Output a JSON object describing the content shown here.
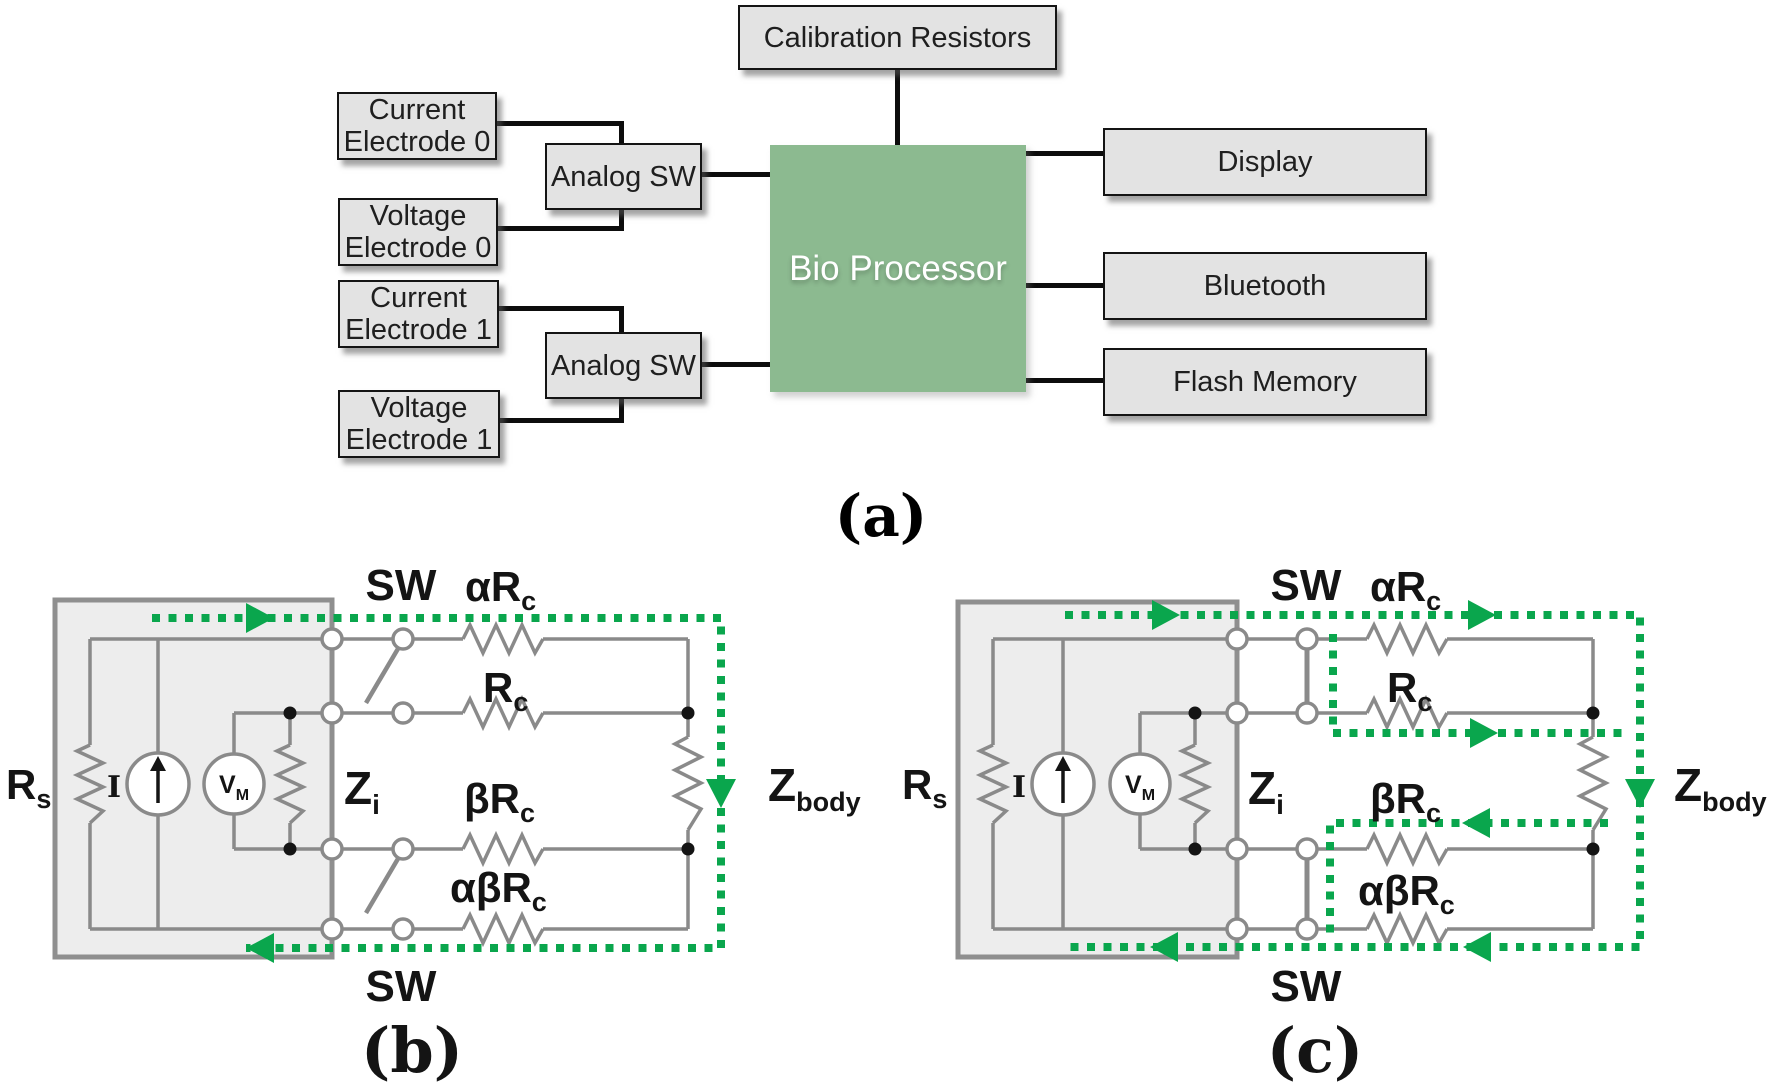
{
  "colors": {
    "accent_green": "#0aa64d",
    "processor_green": "#8cba90",
    "box_fill": "#e3e3e3",
    "wire_gray": "#8a8a8a"
  },
  "block_diagram": {
    "caption": "(a)",
    "calibration_box": "Calibration Resistors",
    "processor_box": "Bio Processor",
    "electrode_boxes": [
      {
        "lines": [
          "Current",
          "Electrode 0"
        ]
      },
      {
        "lines": [
          "Voltage",
          "Electrode 0"
        ]
      },
      {
        "lines": [
          "Current",
          "Electrode 1"
        ]
      },
      {
        "lines": [
          "Voltage",
          "Electrode 1"
        ]
      }
    ],
    "analog_sw_boxes": [
      {
        "label": "Analog SW"
      },
      {
        "label": "Analog SW"
      }
    ],
    "peripheral_boxes": [
      {
        "label": "Display"
      },
      {
        "label": "Bluetooth"
      },
      {
        "label": "Flash Memory"
      }
    ]
  },
  "circuit_b": {
    "caption": "(b)",
    "sw_top": "SW",
    "sw_bottom": "SW",
    "r_s": {
      "main": "R",
      "sub": "s"
    },
    "i_source": "I",
    "v_m": {
      "main": "V",
      "sub": "M"
    },
    "z_i": {
      "main": "Z",
      "sub": "i"
    },
    "z_body": {
      "main": "Z",
      "sub": "body"
    },
    "alpha_rc": {
      "main": "αR",
      "sub": "c"
    },
    "r_c": {
      "main": "R",
      "sub": "c"
    },
    "beta_rc": {
      "main": "βR",
      "sub": "c"
    },
    "alpha_beta_rc": {
      "main": "αβR",
      "sub": "c"
    }
  },
  "circuit_c": {
    "caption": "(c)",
    "sw_top": "SW",
    "sw_bottom": "SW",
    "r_s": {
      "main": "R",
      "sub": "s"
    },
    "i_source": "I",
    "v_m": {
      "main": "V",
      "sub": "M"
    },
    "z_i": {
      "main": "Z",
      "sub": "i"
    },
    "z_body": {
      "main": "Z",
      "sub": "body"
    },
    "alpha_rc": {
      "main": "αR",
      "sub": "c"
    },
    "r_c": {
      "main": "R",
      "sub": "c"
    },
    "beta_rc": {
      "main": "βR",
      "sub": "c"
    },
    "alpha_beta_rc": {
      "main": "αβR",
      "sub": "c"
    }
  }
}
